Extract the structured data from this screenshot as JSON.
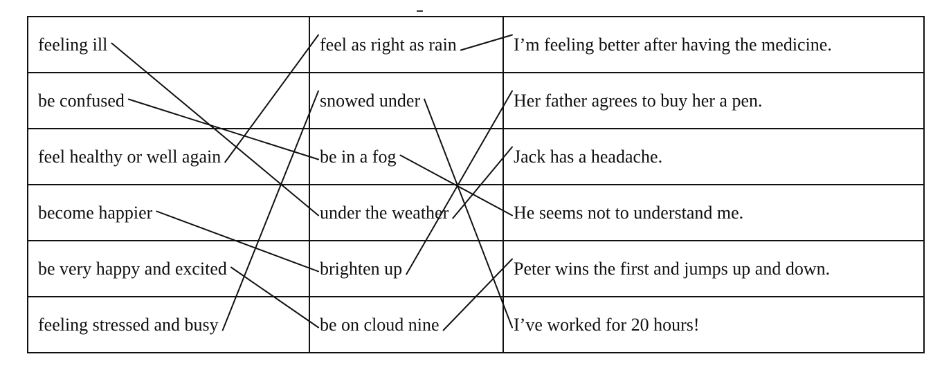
{
  "rows": [
    {
      "a": "feeling ill",
      "b": "feel as right as rain",
      "c": "I’m feeling better after having the medicine."
    },
    {
      "a": "be confused",
      "b": "snowed under",
      "c": "Her father agrees to buy her a pen."
    },
    {
      "a": "feel healthy or well again",
      "b": "be in a fog",
      "c": "Jack has a headache."
    },
    {
      "a": "become happier",
      "b": "under the weather",
      "c": "He seems not to understand me."
    },
    {
      "a": "be very happy and excited",
      "b": "brighten up",
      "c": "Peter wins the first and jumps up and down."
    },
    {
      "a": "feeling stressed and busy",
      "b": "be on cloud nine",
      "c": "I’ve worked for 20 hours!"
    }
  ],
  "connections": [
    {
      "from": "feeling ill",
      "to": "under the weather"
    },
    {
      "from": "be confused",
      "to": "be in a fog"
    },
    {
      "from": "feel healthy or well again",
      "to": "feel as right as rain"
    },
    {
      "from": "become happier",
      "to": "brighten up"
    },
    {
      "from": "be very happy and excited",
      "to": "be on cloud nine"
    },
    {
      "from": "feeling stressed and busy",
      "to": "snowed under"
    },
    {
      "from": "feel as right as rain",
      "to": "I’m feeling better after having the medicine."
    },
    {
      "from": "snowed under",
      "to": "I’ve worked for 20 hours!"
    },
    {
      "from": "be in a fog",
      "to": "He seems not to understand me."
    },
    {
      "from": "under the weather",
      "to": "Jack has a headache."
    },
    {
      "from": "brighten up",
      "to": "Her father agrees to buy her a pen."
    },
    {
      "from": "be on cloud nine",
      "to": "Peter wins the first and jumps up and down."
    }
  ]
}
